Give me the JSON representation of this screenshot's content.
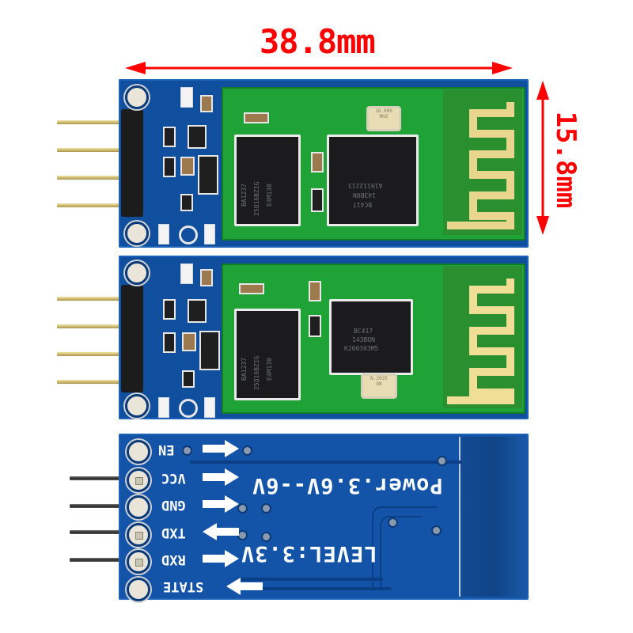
{
  "dimensions": {
    "width_label": "38.8mm",
    "height_label": "15.8mm",
    "annotation_color": "#ff0000"
  },
  "product": {
    "description": "HC-05/HC-06 style Bluetooth serial module on blue breakout board, shown top (x2) and bottom view",
    "board_color": "#0f4f9e",
    "module_color": "#1fa336"
  },
  "top_board": {
    "flash_chip": [
      "BA1237",
      "25Q16BZIG",
      "E4M130"
    ],
    "bt_chip": [
      "BC417",
      "143B0N",
      "A19112213"
    ],
    "crystal": [
      "16.000",
      "MHZ"
    ]
  },
  "middle_board": {
    "flash_chip": [
      "BA1237",
      "25Q16BZIG",
      "E4M130"
    ],
    "bt_chip": [
      "BC417",
      "143BQN",
      "K200303M5"
    ],
    "crystal": [
      "N.2025",
      "ON"
    ]
  },
  "bottom_board": {
    "pins": [
      {
        "label": "EN",
        "direction": "in"
      },
      {
        "label": "VCC",
        "direction": "in"
      },
      {
        "label": "GND",
        "direction": "in"
      },
      {
        "label": "TXD",
        "direction": "out"
      },
      {
        "label": "RXD",
        "direction": "in"
      },
      {
        "label": "STATE",
        "direction": "out"
      }
    ],
    "power_text": "Power.3.6V--6V",
    "level_text": "LEVEL:3.3V"
  }
}
